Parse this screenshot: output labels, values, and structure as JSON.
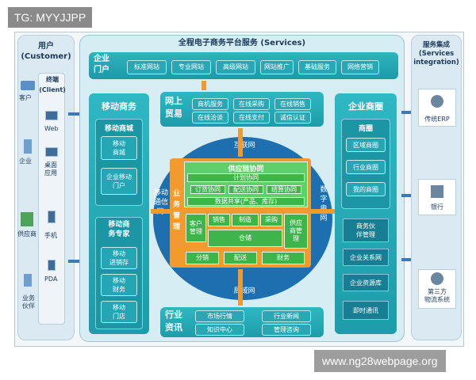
{
  "tag": "TG: MYYJJPP",
  "watermark": "www.ng28webpage.org",
  "left": {
    "title": "用户\n(Customer)",
    "terminal": "终端\n(Client)",
    "users": [
      "客户",
      "企业",
      "供应商",
      "业务\n伙伴"
    ],
    "devices": [
      "Web",
      "桌面\n应用",
      "手机",
      "PDA"
    ]
  },
  "center": {
    "title": "全程电子商务平台服务 (Services)",
    "portal": {
      "label": "企业\n门户",
      "items": [
        "标准网站",
        "专业网站",
        "高级网站",
        "网站推广",
        "基础服务",
        "网络营销"
      ]
    },
    "mobile": {
      "title": "移动商务",
      "mall": {
        "title": "移动商城",
        "items": [
          "移动\n商城",
          "企业移动\n门户"
        ]
      },
      "expert": {
        "title": "移动商\n务专家",
        "items": [
          "移动\n进销存",
          "移动\n财务",
          "移动\n门店"
        ]
      }
    },
    "trade": {
      "label": "网上\n贸易",
      "items": [
        "商机服务",
        "在线采购",
        "在线销售",
        "在线洽谈",
        "在线支付",
        "诚信认证"
      ]
    },
    "ring": {
      "top": "互联网",
      "bottom": "局域网",
      "left": "移动\n通信\n网",
      "right": "数\n字\n电\n网"
    },
    "supply": {
      "title": "供应链协同",
      "plan": "计划协同",
      "row": [
        "订货协同",
        "配送协同",
        "结算协同"
      ],
      "share": "数据共享(产品、库存)"
    },
    "biz": {
      "label": "业\n务\n管\n理",
      "row1": [
        "客户\n管理",
        "销售",
        "制造",
        "采购",
        "供应\n商管\n理"
      ],
      "store": "仓储",
      "row3": [
        "分销",
        "配送",
        "财务"
      ]
    },
    "circle": {
      "title": "企业商圈",
      "sub": {
        "title": "商圈",
        "items": [
          "区域商圈",
          "行业商圈",
          "我的商圈"
        ]
      },
      "items": [
        "商务伙\n伴管理",
        "企业关系网",
        "企业资源库",
        "即时通讯"
      ]
    },
    "industry": {
      "label": "行业\n资讯",
      "items": [
        "市场行情",
        "行业新闻",
        "知识中心",
        "管理咨询"
      ]
    }
  },
  "right": {
    "title": "服务集成\n(Services\nintegration)",
    "items": [
      "传统ERP",
      "银行",
      "第三方\n物流系统"
    ]
  }
}
